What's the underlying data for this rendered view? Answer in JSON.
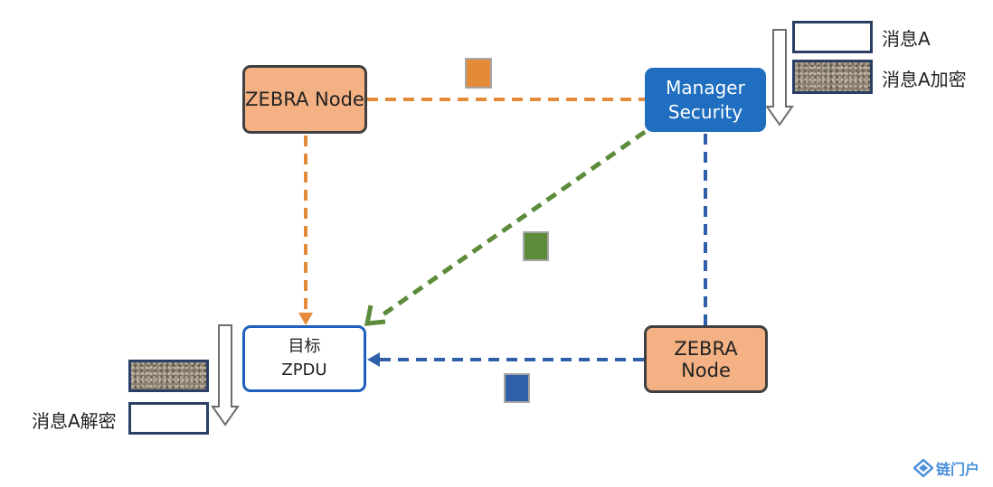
{
  "nodes": {
    "zebra_top": "ZEBRA Node",
    "manager_line1": "Manager",
    "manager_line2": "Security",
    "zebra_bottom": "ZEBRA Node",
    "target_line1": "目标",
    "target_line2": "ZPDU"
  },
  "legend": {
    "message": "消息A",
    "encrypted": "消息A加密",
    "decrypted": "消息A解密"
  },
  "colors": {
    "orange": "#e48b3a",
    "green": "#5c8b3a",
    "blue": "#2f5fa8",
    "zebra_fill": "#f4b183",
    "manager_fill": "#1f6ebf"
  },
  "logo": {
    "text": "链门户",
    "icon": "diamond-logo-icon"
  }
}
